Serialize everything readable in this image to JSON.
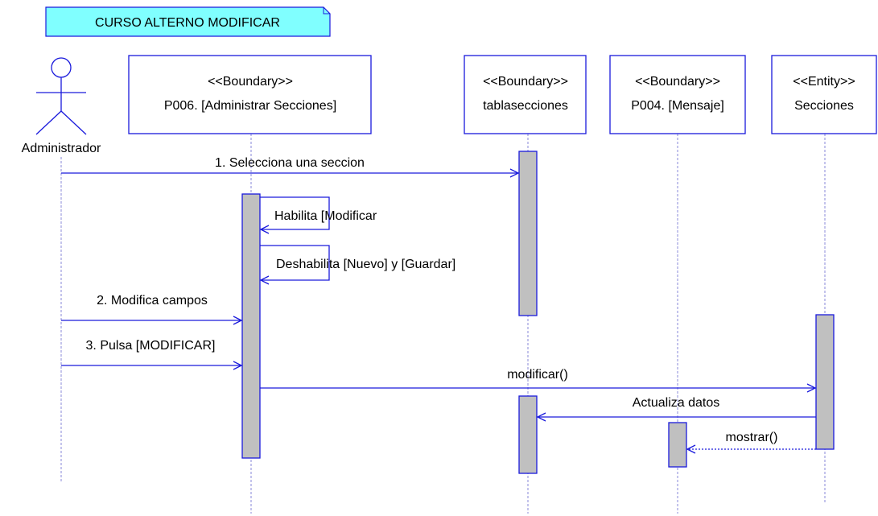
{
  "note": {
    "text": "CURSO ALTERNO MODIFICAR",
    "fill": "#80ffff"
  },
  "actor": {
    "name": "Administrador"
  },
  "lifelines": [
    {
      "id": "p006",
      "stereotype": "<<Boundary>>",
      "name": "P006. [Administrar Secciones]"
    },
    {
      "id": "tabla",
      "stereotype": "<<Boundary>>",
      "name": "tablasecciones"
    },
    {
      "id": "p004",
      "stereotype": "<<Boundary>>",
      "name": "P004. [Mensaje]"
    },
    {
      "id": "secciones",
      "stereotype": "<<Entity>>",
      "name": "Secciones"
    }
  ],
  "messages": [
    {
      "id": "m1",
      "label": "1.  Selecciona una seccion"
    },
    {
      "id": "m2",
      "label": "Habilita [Modificar"
    },
    {
      "id": "m3",
      "label": "Deshabilita [Nuevo] y [Guardar]"
    },
    {
      "id": "m4",
      "label": "2.  Modifica campos"
    },
    {
      "id": "m5",
      "label": "3. Pulsa [MODIFICAR]"
    },
    {
      "id": "m6",
      "label": "modificar()"
    },
    {
      "id": "m7",
      "label": "Actualiza datos"
    },
    {
      "id": "m8",
      "label": "mostrar()"
    }
  ],
  "colors": {
    "line": "#1a1adc",
    "activation": "#c0c0c0",
    "box_border": "#1a1adc"
  }
}
